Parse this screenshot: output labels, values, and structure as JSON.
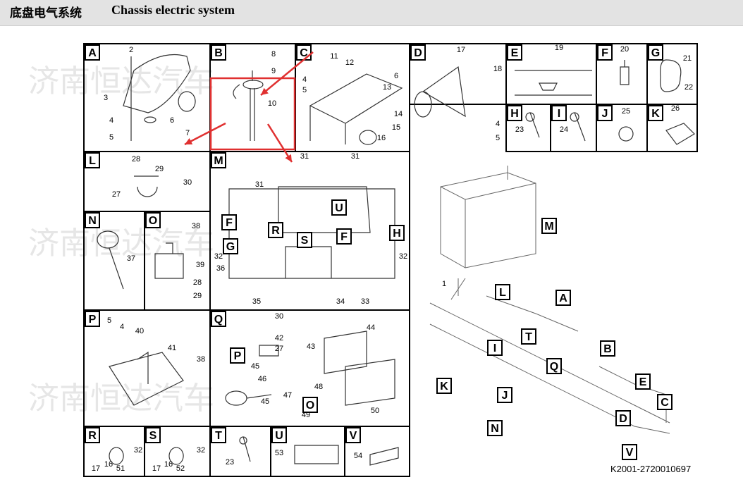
{
  "header": {
    "title_zh": "底盘电气系统",
    "title_en": "Chassis electric system"
  },
  "watermark": "济南恒达汽车",
  "drawing_code": "K2001-2720010697",
  "accent_color": "#e03030",
  "panels": [
    {
      "id": "A",
      "parts": [
        "2",
        "3",
        "4",
        "5",
        "6",
        "7"
      ]
    },
    {
      "id": "B",
      "parts": [
        "8",
        "9",
        "10"
      ]
    },
    {
      "id": "C",
      "parts": [
        "5",
        "4",
        "11",
        "12",
        "6",
        "13",
        "14",
        "15",
        "16"
      ]
    },
    {
      "id": "D",
      "parts": [
        "17",
        "18",
        "4",
        "5"
      ]
    },
    {
      "id": "E",
      "parts": [
        "19"
      ]
    },
    {
      "id": "F",
      "parts": [
        "20"
      ]
    },
    {
      "id": "G",
      "parts": [
        "21",
        "22"
      ]
    },
    {
      "id": "H",
      "parts": [
        "23"
      ]
    },
    {
      "id": "I",
      "parts": [
        "24"
      ]
    },
    {
      "id": "J",
      "parts": [
        "25"
      ]
    },
    {
      "id": "K",
      "parts": [
        "26"
      ]
    },
    {
      "id": "L",
      "parts": [
        "28",
        "29",
        "27",
        "30"
      ]
    },
    {
      "id": "M",
      "parts": [
        "31",
        "31",
        "31",
        "32",
        "32",
        "36",
        "35",
        "34",
        "33"
      ]
    },
    {
      "id": "N",
      "parts": [
        "37"
      ]
    },
    {
      "id": "O",
      "parts": [
        "38",
        "39",
        "28",
        "29"
      ]
    },
    {
      "id": "P",
      "parts": [
        "5",
        "4",
        "40",
        "41",
        "38"
      ]
    },
    {
      "id": "Q",
      "parts": [
        "30",
        "44",
        "42",
        "27",
        "43",
        "45",
        "46",
        "45",
        "47",
        "48",
        "49",
        "50"
      ]
    },
    {
      "id": "R",
      "parts": [
        "32",
        "17",
        "16",
        "51"
      ]
    },
    {
      "id": "S",
      "parts": [
        "32",
        "17",
        "16",
        "52"
      ]
    },
    {
      "id": "T",
      "parts": [
        "23"
      ]
    },
    {
      "id": "U",
      "parts": [
        "53"
      ]
    },
    {
      "id": "V",
      "parts": [
        "54"
      ]
    }
  ],
  "m_view_labels": [
    "F",
    "R",
    "U",
    "S",
    "F",
    "H",
    "G"
  ],
  "q_view_labels": [
    "P",
    "O"
  ],
  "overview": {
    "labels": [
      "M",
      "L",
      "A",
      "T",
      "I",
      "B",
      "Q",
      "K",
      "J",
      "E",
      "C",
      "D",
      "N",
      "V"
    ],
    "part": "1"
  }
}
